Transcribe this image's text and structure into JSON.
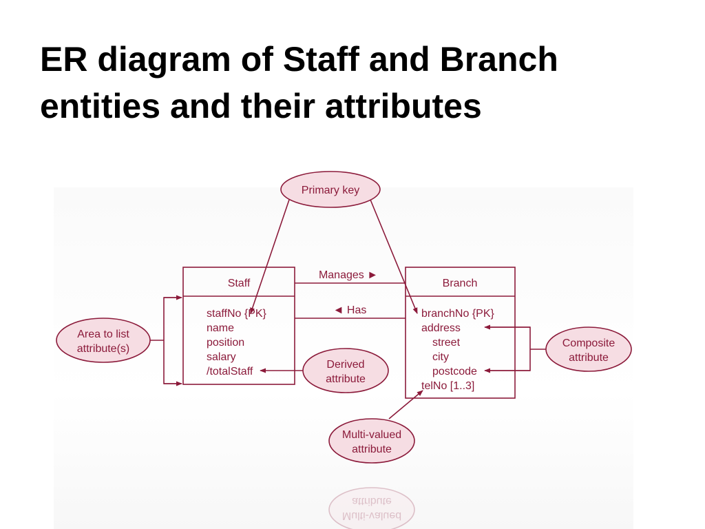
{
  "title": {
    "line1": "ER diagram of  Staff and  Branch",
    "line2": "entities and their attributes"
  },
  "colors": {
    "stroke": "#8b1a3a",
    "fill": "#f6dde3",
    "text": "#8b1a3a"
  },
  "entities": {
    "staff": {
      "name": "Staff",
      "attributes": [
        "staffNo {PK}",
        "name",
        "position",
        "salary",
        "/totalStaff"
      ]
    },
    "branch": {
      "name": "Branch",
      "attributes": [
        "branchNo {PK}",
        "address",
        "street",
        "city",
        "postcode",
        "telNo [1..3]"
      ]
    }
  },
  "relationships": {
    "manages": "Manages ►",
    "has": "◄ Has"
  },
  "callouts": {
    "primary_key": "Primary key",
    "area_line1": "Area to list",
    "area_line2": "attribute(s)",
    "derived_line1": "Derived",
    "derived_line2": "attribute",
    "composite_line1": "Composite",
    "composite_line2": "attribute",
    "multivalued_line1": "Multi-valued",
    "multivalued_line2": "attribute"
  }
}
